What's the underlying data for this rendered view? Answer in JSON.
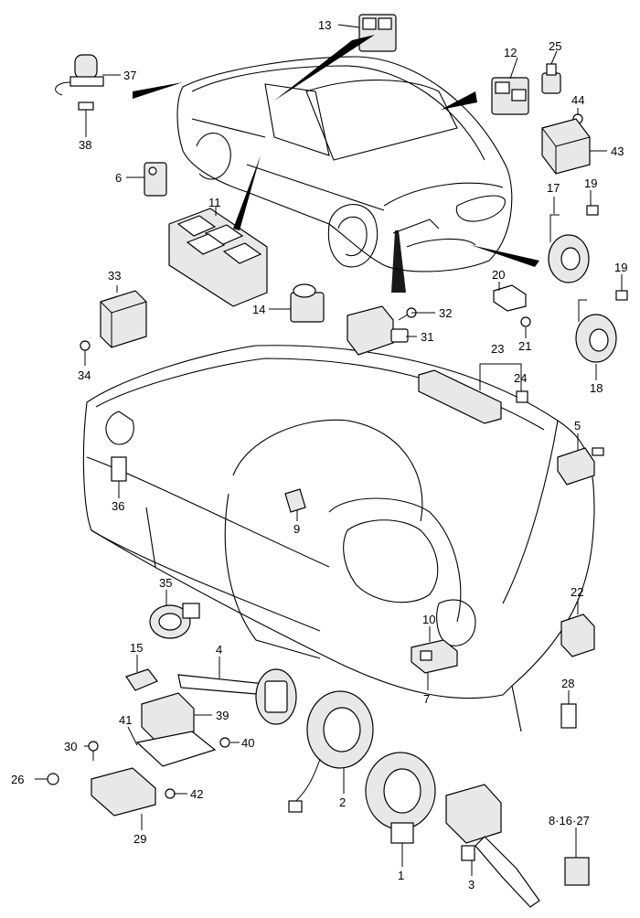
{
  "labels": {
    "p1": "1",
    "p2": "2",
    "p3": "3",
    "p4": "4",
    "p5": "5",
    "p6": "6",
    "p7": "7",
    "p8_16_27": "8·16·27",
    "p9": "9",
    "p10": "10",
    "p11": "11",
    "p12": "12",
    "p13": "13",
    "p14": "14",
    "p15": "15",
    "p17": "17",
    "p18": "18",
    "p19a": "19",
    "p19b": "19",
    "p20": "20",
    "p21": "21",
    "p22": "22",
    "p23": "23",
    "p24": "24",
    "p25": "25",
    "p26": "26",
    "p28": "28",
    "p29": "29",
    "p30": "30",
    "p31": "31",
    "p32": "32",
    "p33": "33",
    "p34": "34",
    "p35": "35",
    "p36": "36",
    "p37": "37",
    "p38": "38",
    "p39": "39",
    "p40": "40",
    "p41": "41",
    "p42": "42",
    "p43": "43",
    "p44": "44"
  }
}
